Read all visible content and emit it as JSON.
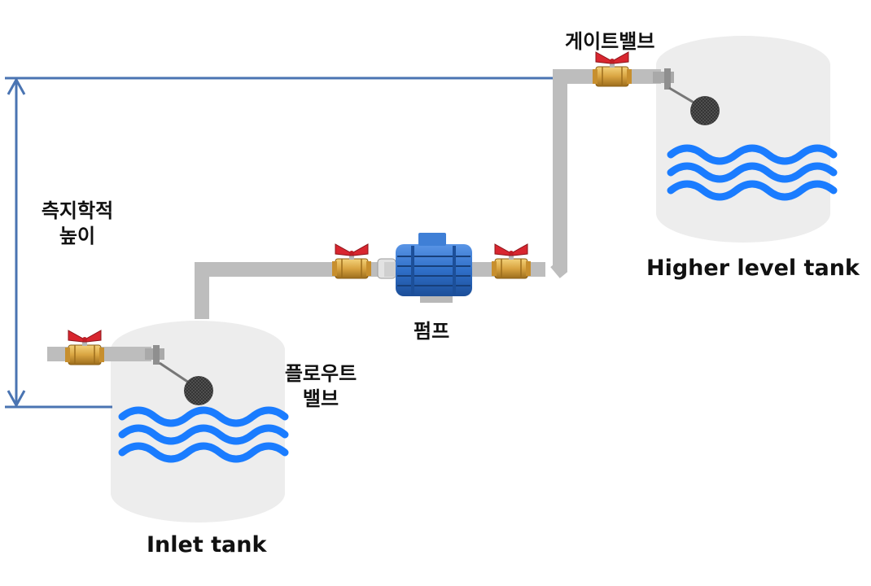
{
  "labels": {
    "gate_valve": "게이트밸브",
    "static_head_line1": "측지학적",
    "static_head_line2": "높이",
    "pump": "펌프",
    "float_valve_line1": "플로우트",
    "float_valve_line2": "밸브",
    "higher_tank": "Higher level tank",
    "inlet_tank": "Inlet tank"
  },
  "colors": {
    "level_line": "#4a74b2",
    "pipe": "#bdbdbd",
    "tank_fill": "#ededed",
    "water": "#1a7cff",
    "pump_body": "#2f6fc8",
    "valve_brass": "#d9a441",
    "valve_handle": "#d8262f",
    "float_ball": "#3a3a3a"
  },
  "icons": {
    "valve": "ball-valve-icon",
    "pump": "electric-pump-icon",
    "float": "float-valve-icon"
  }
}
